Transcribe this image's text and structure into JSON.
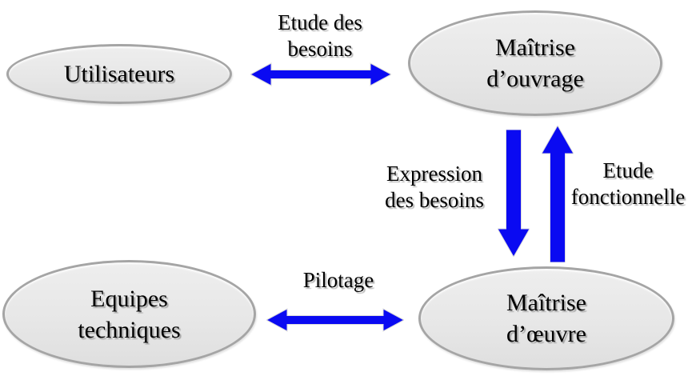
{
  "diagram": {
    "title": "",
    "background": "#ffffff",
    "colors": {
      "arrow_blue": "#0a0af2",
      "node_fill": "#e7e7e7",
      "node_border": "#a5a5a5",
      "text": "#000000"
    },
    "nodes": [
      {
        "id": "utilisateurs",
        "label": "Utilisateurs",
        "lines": [
          "Utilisateurs"
        ]
      },
      {
        "id": "maitrise-douvrage",
        "label": "Maîtrise d’ouvrage",
        "lines": [
          "Maîtrise",
          "d’ouvrage"
        ]
      },
      {
        "id": "equipes-techniques",
        "label": "Equipes techniques",
        "lines": [
          "Equipes",
          "techniques"
        ]
      },
      {
        "id": "maitrise-doeuvre",
        "label": "Maîtrise d’œuvre",
        "lines": [
          "Maîtrise",
          "d’œuvre"
        ]
      }
    ],
    "edges": [
      {
        "id": "etude-des-besoins",
        "label": "Etude des besoins",
        "lines": [
          "Etude des",
          "besoins"
        ],
        "type": "double-headed-horizontal",
        "from": "utilisateurs",
        "to": "maitrise-douvrage"
      },
      {
        "id": "expression-des-besoins",
        "label": "Expression des besoins",
        "lines": [
          "Expression",
          "des besoins"
        ],
        "type": "single-down",
        "from": "maitrise-douvrage",
        "to": "maitrise-doeuvre"
      },
      {
        "id": "etude-fonctionnelle",
        "label": "Etude fonctionnelle",
        "lines": [
          "Etude",
          "fonctionnelle"
        ],
        "type": "single-up",
        "from": "maitrise-doeuvre",
        "to": "maitrise-douvrage"
      },
      {
        "id": "pilotage",
        "label": "Pilotage",
        "lines": [
          "Pilotage"
        ],
        "type": "double-headed-horizontal",
        "from": "equipes-techniques",
        "to": "maitrise-doeuvre"
      }
    ]
  }
}
